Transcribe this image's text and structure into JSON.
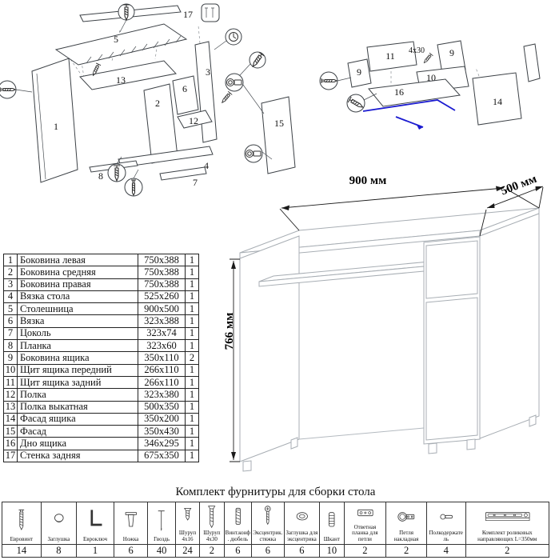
{
  "title": "Комплект фурнитуры для сборки стола",
  "dimensions": {
    "width": "900 мм",
    "depth": "500 мм",
    "height": "766 мм"
  },
  "parts_table": {
    "rows": [
      {
        "num": "1",
        "name": "Боковина левая",
        "size": "750x388",
        "qty": "1"
      },
      {
        "num": "2",
        "name": "Боковина средняя",
        "size": "750x388",
        "qty": "1"
      },
      {
        "num": "3",
        "name": "Боковина правая",
        "size": "750x388",
        "qty": "1"
      },
      {
        "num": "4",
        "name": "Вязка стола",
        "size": "525x260",
        "qty": "1"
      },
      {
        "num": "5",
        "name": "Столешница",
        "size": "900x500",
        "qty": "1"
      },
      {
        "num": "6",
        "name": "Вязка",
        "size": "323x388",
        "qty": "1"
      },
      {
        "num": "7",
        "name": "Цоколь",
        "size": "323x74",
        "qty": "1"
      },
      {
        "num": "8",
        "name": "Планка",
        "size": "323x60",
        "qty": "1"
      },
      {
        "num": "9",
        "name": "Боковина ящика",
        "size": "350x110",
        "qty": "2"
      },
      {
        "num": "10",
        "name": "Щит ящика передний",
        "size": "266x110",
        "qty": "1"
      },
      {
        "num": "11",
        "name": "Щит ящика задний",
        "size": "266x110",
        "qty": "1"
      },
      {
        "num": "12",
        "name": "Полка",
        "size": "323x380",
        "qty": "1"
      },
      {
        "num": "13",
        "name": "Полка выкатная",
        "size": "500x350",
        "qty": "1"
      },
      {
        "num": "14",
        "name": "Фасад ящика",
        "size": "350x200",
        "qty": "1"
      },
      {
        "num": "15",
        "name": "Фасад",
        "size": "350x430",
        "qty": "1"
      },
      {
        "num": "16",
        "name": "Дно ящика",
        "size": "346x295",
        "qty": "1"
      },
      {
        "num": "17",
        "name": "Стенка задняя",
        "size": "675x350",
        "qty": "1"
      }
    ]
  },
  "hardware_table": {
    "items": [
      {
        "name": "Евровинт",
        "qty": "14",
        "icon": "euro-screw-icon"
      },
      {
        "name": "Заглушка",
        "qty": "8",
        "icon": "cap-icon"
      },
      {
        "name": "Евроключ",
        "qty": "1",
        "icon": "hex-key-icon"
      },
      {
        "name": "Ножка",
        "qty": "6",
        "icon": "foot-icon"
      },
      {
        "name": "Гвоздь",
        "qty": "40",
        "icon": "nail-icon"
      },
      {
        "name": "Шуруп 4x16",
        "qty": "24",
        "icon": "screw-icon"
      },
      {
        "name": "Шуруп 4x30",
        "qty": "2",
        "icon": "screw-long-icon"
      },
      {
        "name": "Винт.конф. дюбель",
        "qty": "6",
        "icon": "dowel-screw-icon"
      },
      {
        "name": "Эксцентрик. стяжка",
        "qty": "6",
        "icon": "cam-bolt-icon"
      },
      {
        "name": "Заглушка для эксцентрика",
        "qty": "6",
        "icon": "cam-cap-icon"
      },
      {
        "name": "Шкант",
        "qty": "10",
        "icon": "wood-dowel-icon"
      },
      {
        "name": "Ответная планка для петли",
        "qty": "2",
        "icon": "hinge-plate-icon"
      },
      {
        "name": "Петля накладная",
        "qty": "2",
        "icon": "hinge-icon"
      },
      {
        "name": "Полкодержатель",
        "qty": "4",
        "icon": "shelf-pin-icon"
      },
      {
        "name": "Комплект роликовых направляющих L=350мм",
        "qty": "2",
        "icon": "drawer-slide-icon"
      }
    ]
  },
  "exploded_main": {
    "labels": {
      "p1": "1",
      "p2": "2",
      "p3": "3",
      "p4": "4",
      "p5": "5",
      "p6": "6",
      "p7": "7",
      "p8": "8",
      "p12": "12",
      "p13": "13",
      "p15": "15",
      "p17": "17"
    }
  },
  "exploded_drawer": {
    "labels": {
      "p9a": "9",
      "p9b": "9",
      "p10": "10",
      "p11": "11",
      "p14": "14",
      "p16": "16"
    },
    "note": "4x30"
  }
}
